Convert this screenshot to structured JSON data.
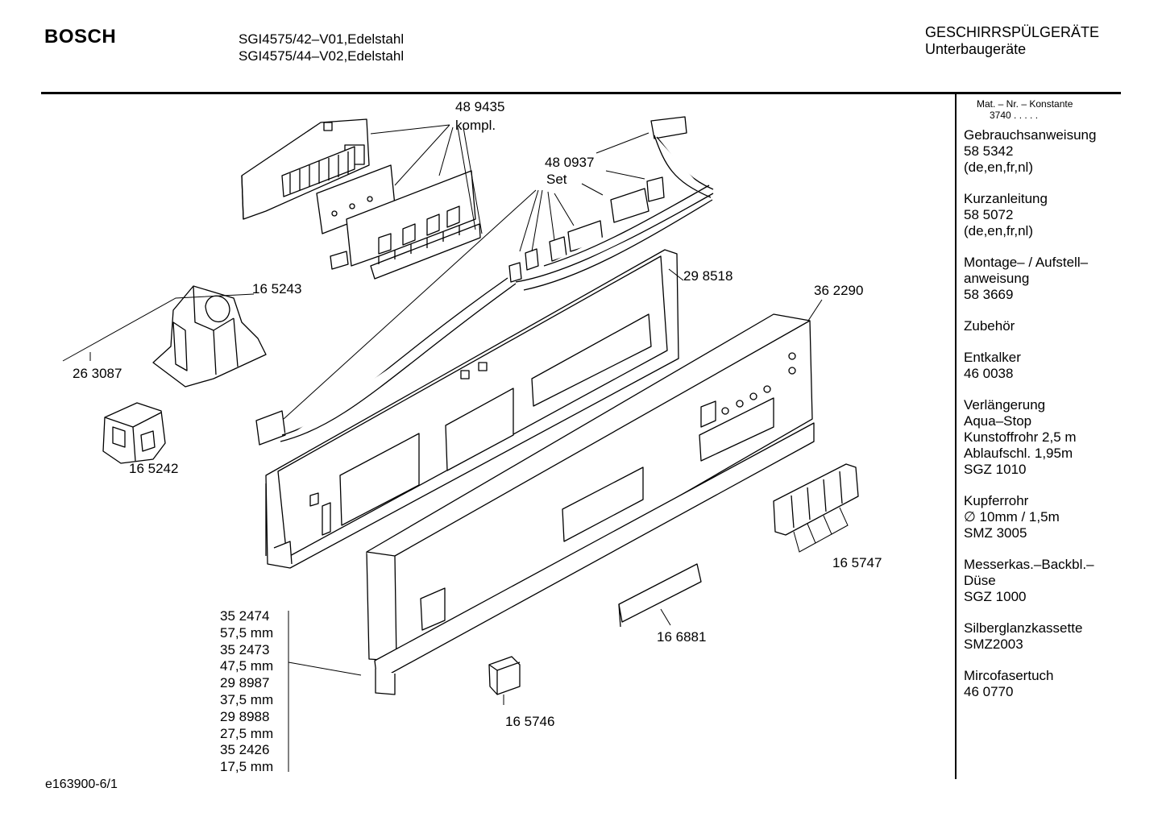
{
  "header": {
    "brand": "BOSCH",
    "models": [
      "SGI4575/42–V01,Edelstahl",
      "SGI4575/44–V02,Edelstahl"
    ],
    "category": "GESCHIRRSPÜLGERÄTE",
    "subcategory": "Unterbaugeräte"
  },
  "sidebar": {
    "konstante_label": "Mat. – Nr. – Konstante",
    "konstante_value": "3740  .  .  .  .  .",
    "entries": [
      {
        "lines": [
          "Gebrauchsanweisung",
          "58 5342",
          "(de,en,fr,nl)"
        ]
      },
      {
        "lines": [
          "Kurzanleitung",
          "58 5072",
          "(de,en,fr,nl)"
        ]
      },
      {
        "lines": [
          "Montage– / Aufstell–",
          "anweisung",
          "58 3669"
        ]
      },
      {
        "lines": [
          "Zubehör"
        ]
      },
      {
        "lines": [
          "Entkalker",
          "46 0038"
        ]
      },
      {
        "lines": [
          "Verlängerung",
          "Aqua–Stop",
          "Kunstoffrohr 2,5 m",
          "Ablaufschl. 1,95m",
          "SGZ 1010"
        ]
      },
      {
        "lines": [
          "Kupferrohr",
          "∅ 10mm / 1,5m",
          "SMZ 3005"
        ]
      },
      {
        "lines": [
          "Messerkas.–Backbl.–",
          "Düse",
          "SGZ 1000"
        ]
      },
      {
        "lines": [
          "Silberglanzkassette",
          "SMZ2003"
        ]
      },
      {
        "lines": [
          "Mircofasertuch",
          "46 0770"
        ]
      }
    ]
  },
  "parts": {
    "p489435": "48 9435",
    "p489435_note": "kompl.",
    "p480937": "48 0937",
    "p480937_note": "Set",
    "p165243": "16 5243",
    "p263087": "26 3087",
    "p165242": "16 5242",
    "p298518": "29 8518",
    "p362290": "36 2290",
    "p165747": "16 5747",
    "p166881": "16 6881",
    "p165746": "16 5746"
  },
  "sizes": [
    "35 2474",
    "57,5 mm",
    "35 2473",
    "47,5 mm",
    "29 8987",
    "37,5 mm",
    "29 8988",
    "27,5 mm",
    "35 2426",
    "17,5 mm"
  ],
  "footer": {
    "code": "e163900-6/1"
  }
}
